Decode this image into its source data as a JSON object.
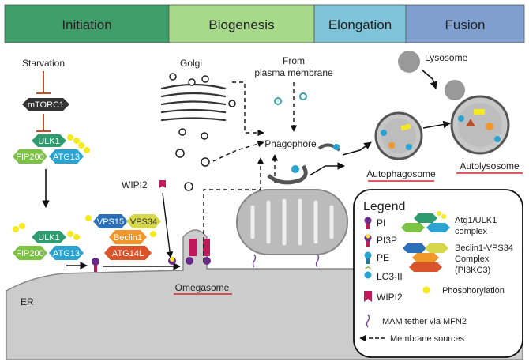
{
  "stages": [
    {
      "label": "Initiation",
      "color": "#3f9e6a"
    },
    {
      "label": "Biogenesis",
      "color": "#a6d98a"
    },
    {
      "label": "Elongation",
      "color": "#7fc3d9"
    },
    {
      "label": "Fusion",
      "color": "#7f9fcf"
    }
  ],
  "initiation": {
    "starvation": "Starvation",
    "mtorc1": "mTORC1",
    "ulk1": "ULK1",
    "fip200": "FIP200",
    "atg13": "ATG13"
  },
  "complex_pi3k": {
    "vps15": "VPS15",
    "vps34": "VPS34",
    "beclin1": "Beclin1",
    "atg14l": "ATG14L"
  },
  "labels": {
    "wipi2": "WIPI2",
    "golgi": "Golgi",
    "plasma_membrane_line1": "From",
    "plasma_membrane_line2": "plasma membrane",
    "phagophore": "Phagophore",
    "lysosome": "Lysosome",
    "autophagosome": "Autophagosome",
    "autolysosome": "Autolysosome",
    "omegasome": "Omegasome",
    "er": "ER"
  },
  "legend": {
    "title": "Legend",
    "items": {
      "pi": "PI",
      "pi3p": "PI3P",
      "pe": "PE",
      "lc3": "LC3-II",
      "wipi2": "WIPI2",
      "atg1_line1": "Atg1/ULK1",
      "atg1_line2": "complex",
      "beclin_line1": "Beclin1-VPS34",
      "beclin_line2": "Complex",
      "beclin_line3": "(PI3KC3)",
      "phospho": "Phosphorylation",
      "mam": "MAM tether via MFN2",
      "membrane": "Membrane sources"
    }
  },
  "colors": {
    "ulk1": "#2e9c6f",
    "fip200": "#7cc243",
    "atg13": "#2aa3d1",
    "vps15": "#2a6fb7",
    "vps34": "#d6d84a",
    "beclin1": "#f0962a",
    "atg14l": "#d9542a",
    "wipi2": "#c0185a",
    "phospho": "#f4ea1e",
    "er": "#cccccc",
    "mito": "#bbbbbb",
    "underline": "#d62728"
  }
}
